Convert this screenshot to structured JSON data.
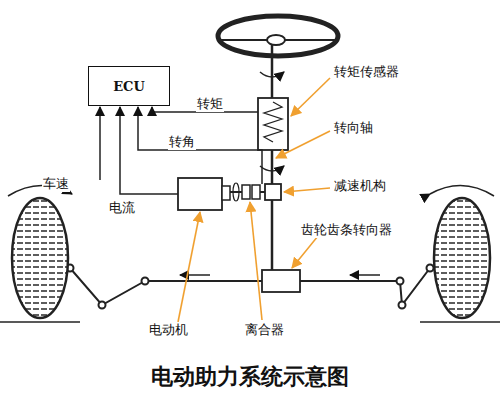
{
  "diagram": {
    "title": "电动助力系统示意图",
    "nodes": [
      {
        "text": [
          "ECU"
        ]
      }
    ],
    "labels": [
      "转矩传感器",
      "转矩",
      "转向轴",
      "转角",
      "减速机构",
      "车速",
      "电流",
      "齿轮齿条转向器",
      "电动机",
      "离合器"
    ]
  }
}
